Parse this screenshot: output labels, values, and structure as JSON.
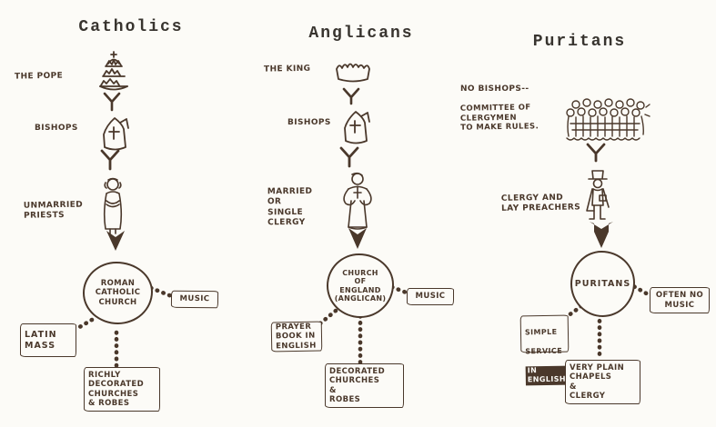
{
  "palette": {
    "background": "#fcfbf7",
    "ink": "#4a382b",
    "title_ink": "#38342f"
  },
  "icons": [
    "papal-tiara-icon",
    "mitre-icon",
    "crown-icon",
    "priest-figure-icon",
    "clergyman-figure-icon",
    "committee-crowd-icon",
    "preacher-figure-icon",
    "down-arrow-icon",
    "filled-arrow-icon",
    "bead-chain-connector"
  ],
  "columns": [
    {
      "title": "Catholics",
      "top_label": "THE POPE",
      "mid_label": "BISHOPS",
      "person_label": "UNMARRIED\nPRIESTS",
      "circle_label": "ROMAN\nCATHOLIC\nCHURCH",
      "box_right": "MUSIC",
      "box_left": "LATIN\nMASS",
      "box_bottom": "RICHLY\nDECORATED\nCHURCHES\n& ROBES"
    },
    {
      "title": "Anglicans",
      "top_label": "THE KING",
      "mid_label": "BISHOPS",
      "person_label": "MARRIED\nOR\nSINGLE\nCLERGY",
      "circle_label": "CHURCH\nOF\nENGLAND\n(ANGLICAN)",
      "box_right": "MUSIC",
      "box_left": "PRAYER\nBOOK IN\nENGLISH",
      "box_bottom": "DECORATED\nCHURCHES\n&\nROBES"
    },
    {
      "title": "Puritans",
      "top_label": "NO BISHOPS--",
      "top_sublabel": "COMMITTEE OF\nCLERGYMEN\nTO MAKE RULES.",
      "person_label": "CLERGY AND\nLAY PREACHERS",
      "circle_label": "PURITANS",
      "box_right": "OFTEN NO\nMUSIC",
      "box_left_line1": "SIMPLE",
      "box_left_line2": "SERVICE",
      "box_left_line3": "IN ENGLISH",
      "box_bottom": "VERY PLAIN\nCHAPELS\n&\nCLERGY"
    }
  ]
}
